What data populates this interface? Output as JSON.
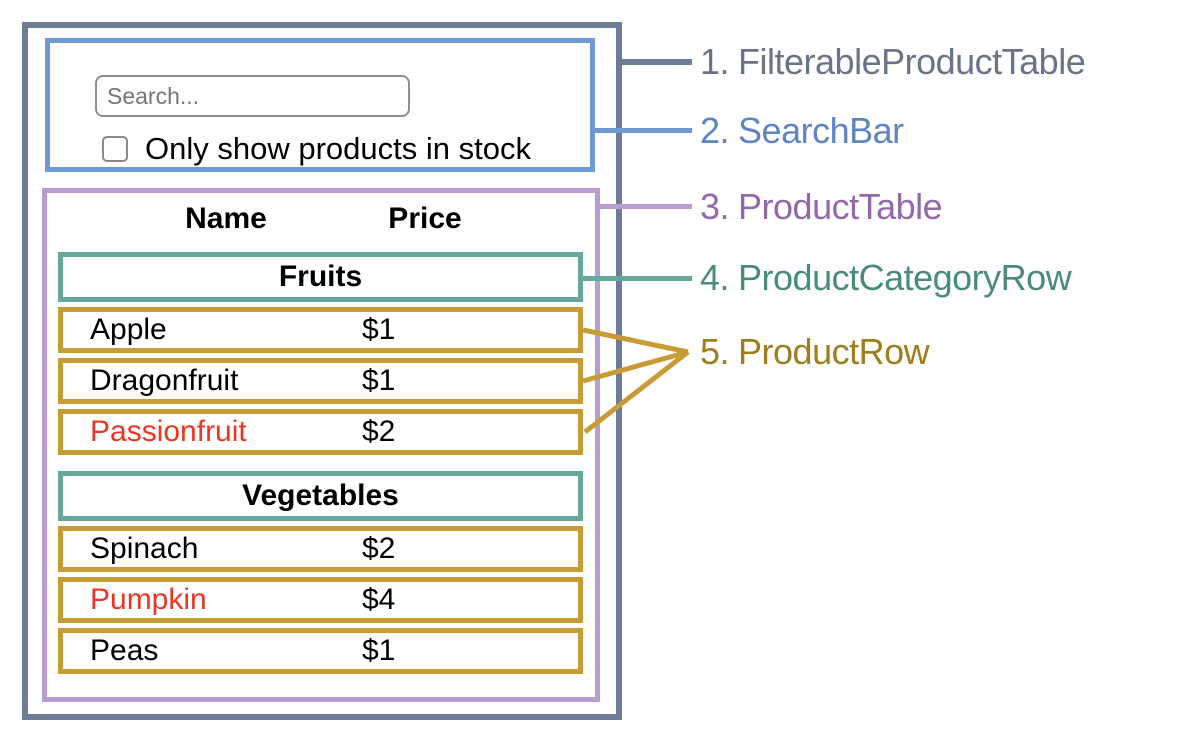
{
  "colors": {
    "filterable_product_table": "#6e7d96",
    "search_bar": "#6f9ad2",
    "product_table": "#b89cd2",
    "product_category_row": "#67a89e",
    "product_row": "#c89c35",
    "label_1": "#6a7489",
    "label_2": "#5d86c0",
    "label_3": "#9468ac",
    "label_4": "#4a8c7b",
    "label_5": "#9f7e1c",
    "out_of_stock_text": "#ee3524",
    "text": "#000000"
  },
  "search_bar": {
    "placeholder": "Search...",
    "checkbox_label": "Only show products in stock",
    "checkbox_checked": false
  },
  "table": {
    "columns": {
      "name": "Name",
      "price": "Price"
    },
    "sections": [
      {
        "category": "Fruits",
        "rows": [
          {
            "name": "Apple",
            "price": "$1",
            "out_of_stock": false
          },
          {
            "name": "Dragonfruit",
            "price": "$1",
            "out_of_stock": false
          },
          {
            "name": "Passionfruit",
            "price": "$2",
            "out_of_stock": true
          }
        ]
      },
      {
        "category": "Vegetables",
        "rows": [
          {
            "name": "Spinach",
            "price": "$2",
            "out_of_stock": false
          },
          {
            "name": "Pumpkin",
            "price": "$4",
            "out_of_stock": true
          },
          {
            "name": "Peas",
            "price": "$1",
            "out_of_stock": false
          }
        ]
      }
    ]
  },
  "legend": {
    "items": [
      {
        "number": "1.",
        "name": "FilterableProductTable"
      },
      {
        "number": "2.",
        "name": "SearchBar"
      },
      {
        "number": "3.",
        "name": "ProductTable"
      },
      {
        "number": "4.",
        "name": "ProductCategoryRow"
      },
      {
        "number": "5.",
        "name": "ProductRow"
      }
    ]
  }
}
